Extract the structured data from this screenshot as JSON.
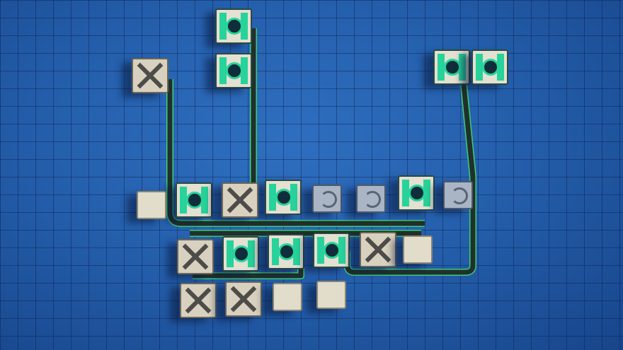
{
  "scene": "factory-layout",
  "colors": {
    "ground": "#2560ad",
    "belt": "#22302c",
    "belt_edge": "#3ad07a",
    "assembler": "#27d39a",
    "crate": "#d8d1bf"
  },
  "machines": [
    {
      "type": "assembler",
      "id": "a1"
    },
    {
      "type": "assembler",
      "id": "a2"
    },
    {
      "type": "assembler",
      "id": "a3"
    },
    {
      "type": "assembler",
      "id": "a4"
    },
    {
      "type": "assembler",
      "id": "a5"
    },
    {
      "type": "assembler",
      "id": "a6"
    },
    {
      "type": "assembler",
      "id": "a7"
    },
    {
      "type": "assembler",
      "id": "a8"
    },
    {
      "type": "assembler",
      "id": "a9"
    },
    {
      "type": "assembler",
      "id": "a10"
    },
    {
      "type": "extractor",
      "id": "e1"
    },
    {
      "type": "extractor",
      "id": "e2"
    },
    {
      "type": "extractor",
      "id": "e3"
    },
    {
      "type": "extractor",
      "id": "e4"
    },
    {
      "type": "extractor",
      "id": "e5"
    },
    {
      "type": "extractor",
      "id": "e6"
    },
    {
      "type": "storage",
      "id": "s1"
    },
    {
      "type": "storage",
      "id": "s2"
    },
    {
      "type": "storage",
      "id": "s3"
    },
    {
      "type": "storage",
      "id": "s4"
    },
    {
      "type": "turbine",
      "id": "t1"
    },
    {
      "type": "turbine",
      "id": "t2"
    },
    {
      "type": "turbine",
      "id": "t3"
    }
  ]
}
